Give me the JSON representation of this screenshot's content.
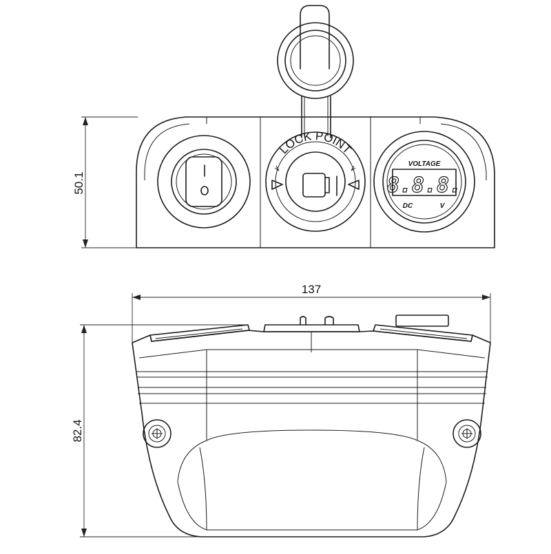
{
  "dimensions": {
    "top_height": "50.1",
    "bottom_width": "137",
    "bottom_height": "82.4"
  },
  "panel": {
    "lock_point_label": "LOCK POINT",
    "voltmeter_title": "VOLTAGE",
    "voltmeter_reading": "8.8.8.",
    "voltmeter_dc": "DC",
    "voltmeter_v": "V"
  },
  "switch": {
    "on_mark": "I",
    "off_mark": "O"
  },
  "icons": [
    "rocker-switch-icon",
    "cigarette-socket-icon",
    "voltmeter-icon",
    "screw-icon"
  ]
}
